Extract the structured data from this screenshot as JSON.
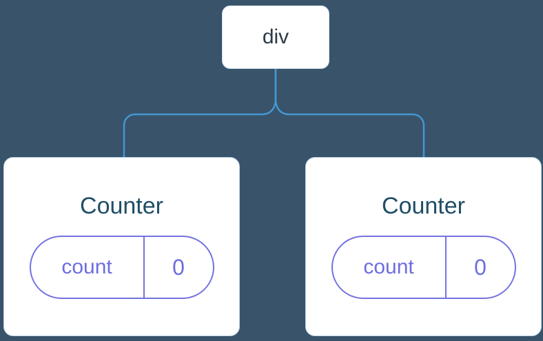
{
  "diagram": {
    "root": {
      "label": "div"
    },
    "children": [
      {
        "title": "Counter",
        "state_key": "count",
        "state_value": "0"
      },
      {
        "title": "Counter",
        "state_key": "count",
        "state_value": "0"
      }
    ]
  },
  "colors": {
    "background": "#38536a",
    "connector_line": "#4596d1",
    "card_background": "#ffffff",
    "card_border": "#bcd7ea",
    "root_text": "#2b3a49",
    "component_title_text": "#1f4e66",
    "state_accent_purple": "#7272e2"
  }
}
